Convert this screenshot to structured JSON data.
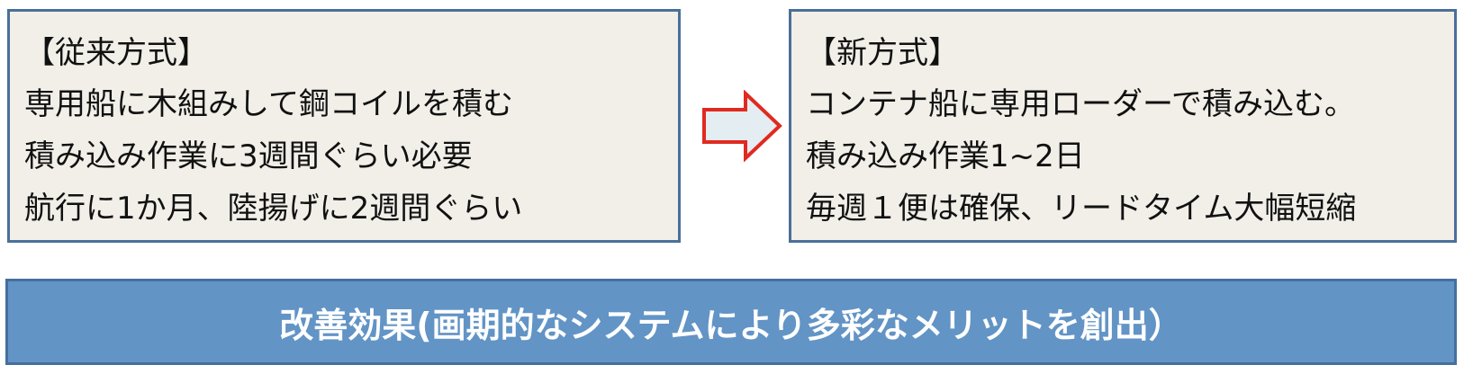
{
  "old_method": {
    "heading": "【従来方式】",
    "lines": [
      "専用船に木組みして鋼コイルを積む",
      "積み込み作業に3週間ぐらい必要",
      "航行に1か月、陸揚げに2週間ぐらい"
    ]
  },
  "new_method": {
    "heading": "【新方式】",
    "lines": [
      "コンテナ船に専用ローダーで積み込む。",
      "積み込み作業1~2日",
      "毎週１便は確保、リードタイム大幅短縮"
    ]
  },
  "effect": {
    "label": "改善効果(画期的なシステムにより多彩なメリットを創出）"
  },
  "colors": {
    "box_fill": "#f2efe9",
    "box_border": "#4a6f99",
    "banner_fill": "#6294c6",
    "arrow_fill": "#e3edf2",
    "arrow_border": "#e02a20"
  }
}
